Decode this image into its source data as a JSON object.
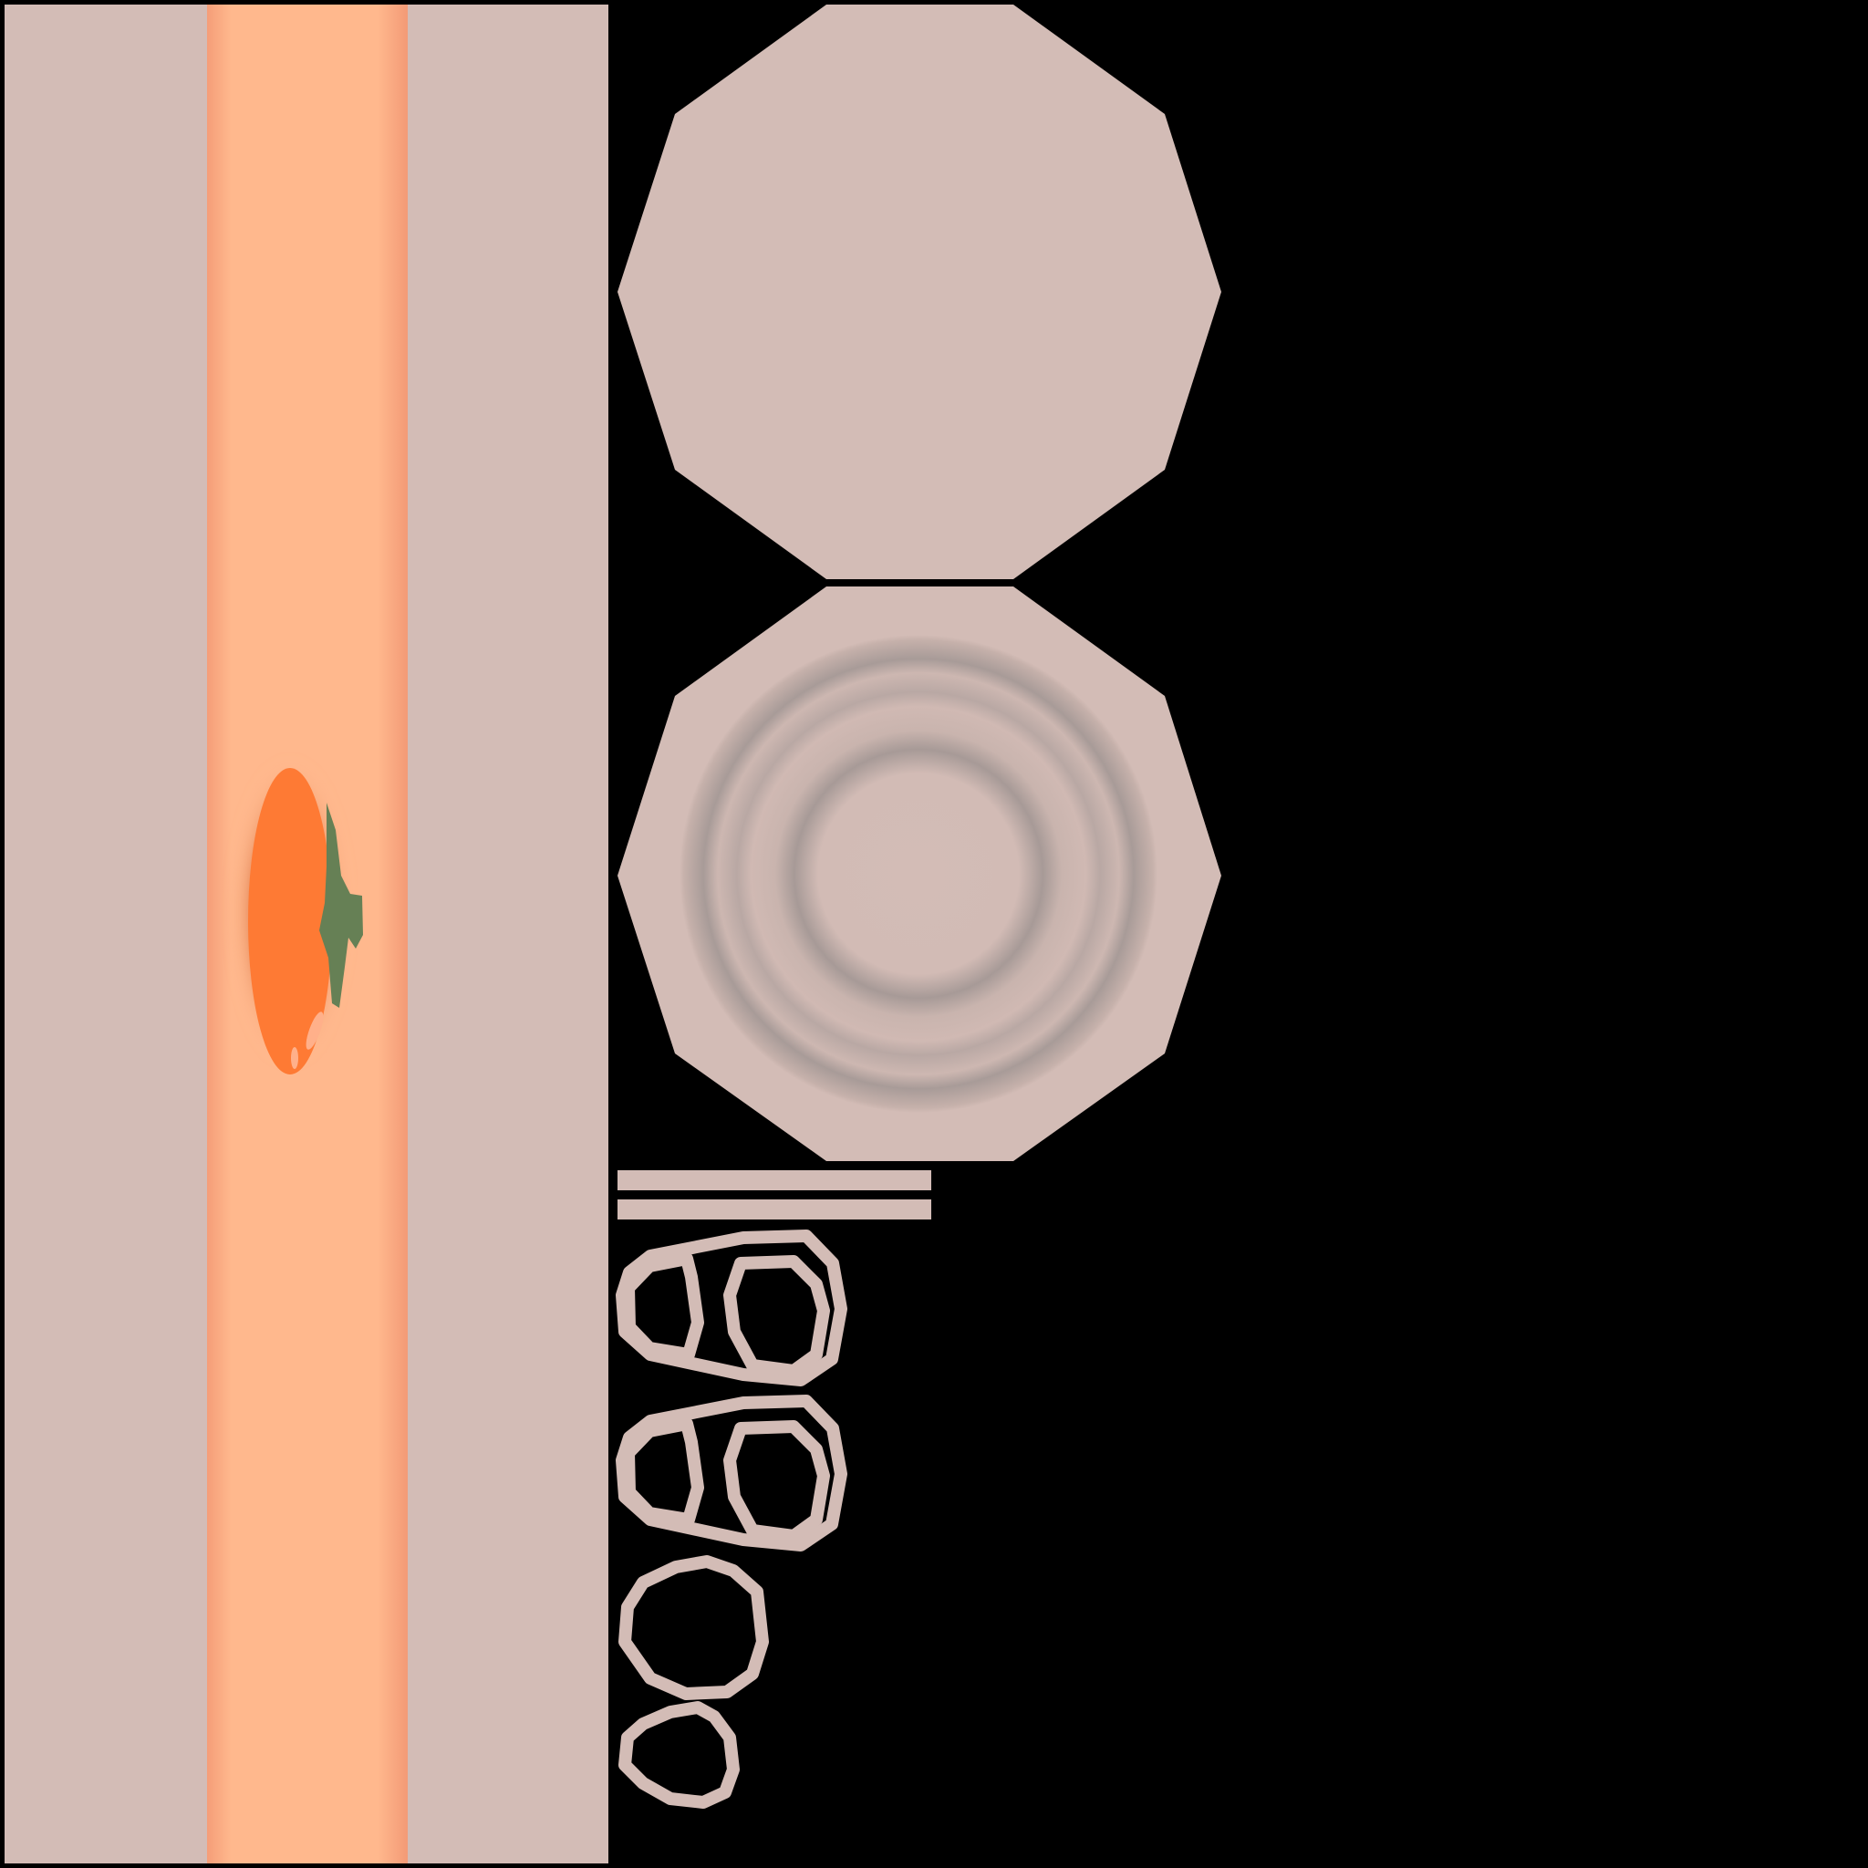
{
  "texture_atlas": {
    "background": "#000000",
    "colors": {
      "can_body": "#d3bcb6",
      "label_band_light": "#ffb78b",
      "label_band_edge": "#f7a07a",
      "tomato_skin": "#fe7a34",
      "tomato_shadow": "#c85a2a",
      "tomato_highlight": "#ffb08a",
      "tomato_leaf": "#668055",
      "lid_ring_shadow": "#a39694"
    },
    "islands": [
      {
        "name": "can-side-wrap",
        "kind": "label-strip"
      },
      {
        "name": "can-top-plain",
        "kind": "decagon"
      },
      {
        "name": "can-bottom-ridged",
        "kind": "decagon-with-rings"
      },
      {
        "name": "rim-strips",
        "kind": "thin-bars"
      },
      {
        "name": "pull-tab-front",
        "kind": "tab-outline"
      },
      {
        "name": "pull-tab-back",
        "kind": "tab-outline"
      },
      {
        "name": "rivet-ring-large",
        "kind": "ring-outline"
      },
      {
        "name": "rivet-ring-small",
        "kind": "ring-outline"
      }
    ]
  }
}
